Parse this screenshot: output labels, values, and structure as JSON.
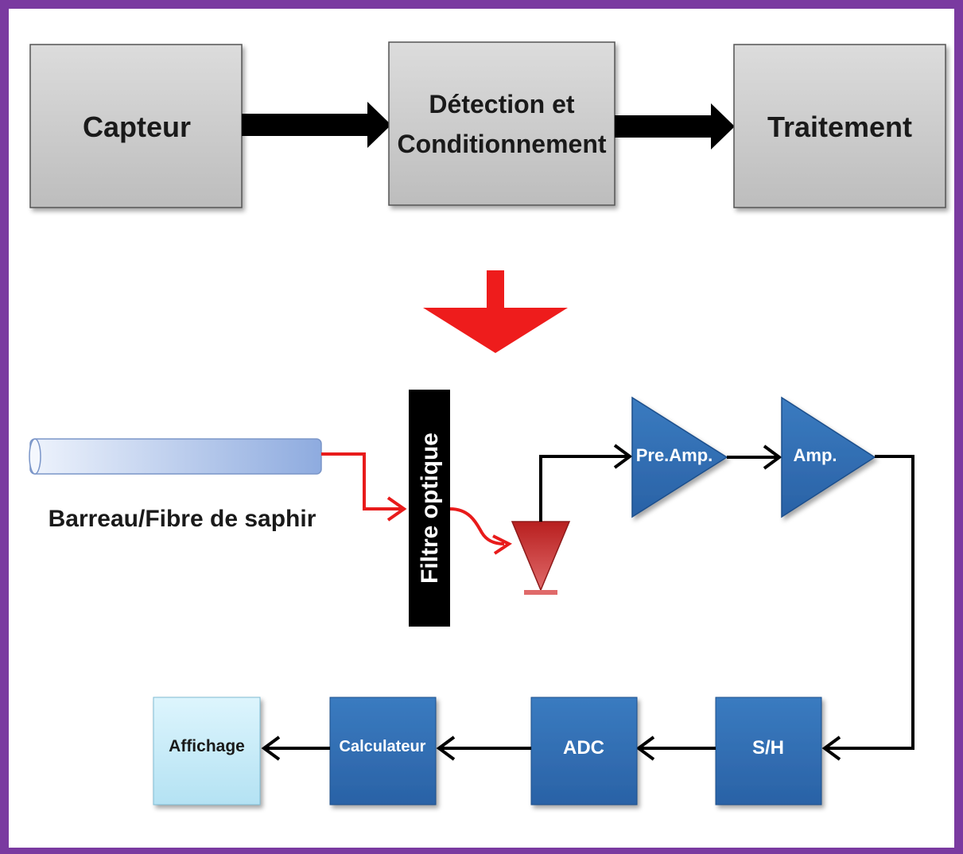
{
  "top_row": {
    "block1": "Capteur",
    "block2_line1": "Détection et",
    "block2_line2": "Conditionnement",
    "block3": "Traitement"
  },
  "sensor": {
    "label": "Barreau/Fibre de saphir"
  },
  "filter": {
    "label": "Filtre optique"
  },
  "amplifiers": {
    "preamp": "Pre.Amp.",
    "amp": "Amp."
  },
  "bottom_row": {
    "sh": "S/H",
    "adc": "ADC",
    "calc": "Calculateur",
    "display": "Affichage"
  },
  "colors": {
    "frame": "#7a3aa0",
    "gray_block": "#c8c8c8",
    "blue_block": "#2f6db3",
    "light_block": "#c5ecf8",
    "red_arrow": "#ee1c1c",
    "photodiode": "#b12a2a"
  }
}
